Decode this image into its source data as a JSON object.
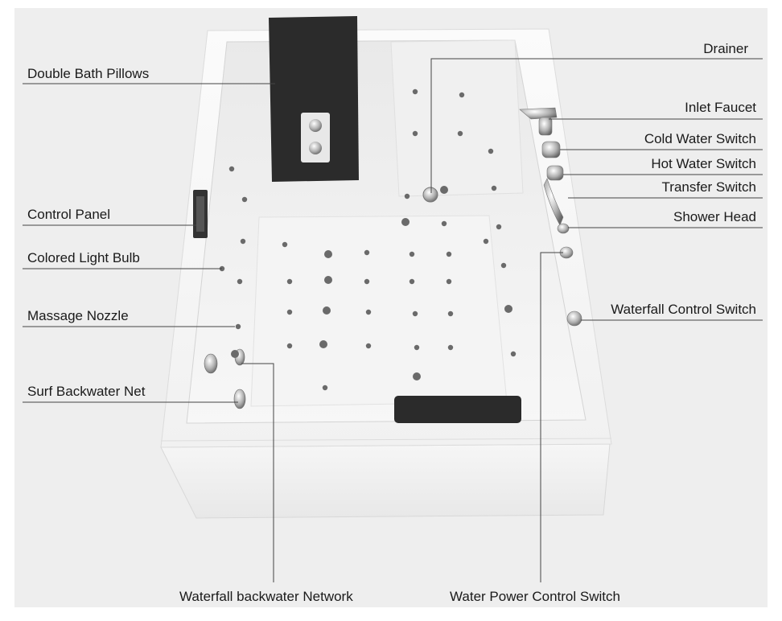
{
  "callouts_left": [
    "Double Bath Pillows",
    "Control Panel",
    "Colored Light Bulb",
    "Massage Nozzle",
    "Surf Backwater Net"
  ],
  "callouts_right": [
    "Drainer",
    "Inlet Faucet",
    "Cold Water Switch",
    "Hot Water Switch",
    "Transfer Switch",
    "Shower Head",
    "Waterfall Control Switch"
  ],
  "callouts_bottom": [
    "Waterfall backwater Network",
    "Water Power Control Switch"
  ],
  "colors": {
    "background": "#eeeeee",
    "tub": "#ffffff",
    "pillow": "#2b2b2b",
    "leader_line": "#444444",
    "chrome": "#9a9a9a"
  }
}
